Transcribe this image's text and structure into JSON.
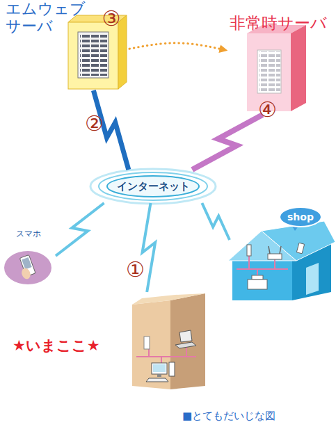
{
  "diagram": {
    "caption": "■とてもだいじな図",
    "nodes": [
      {
        "text": [
          "エムウェブ サーバ",
          "③"
        ]
      },
      {
        "text": [
          "非常時サーバ"
        ]
      },
      {
        "text": [
          "インターネット"
        ]
      },
      {
        "text": [
          "スマホ"
        ]
      },
      {
        "text": [
          "★いまここ★"
        ]
      },
      {
        "text": [
          "shop"
        ]
      }
    ],
    "edges": [
      {
        "from": 0,
        "to": 1,
        "arrow": "to"
      },
      {
        "from": 0,
        "to": 2,
        "arrow": "none",
        "label": "②"
      },
      {
        "from": 1,
        "to": 2,
        "arrow": "none",
        "label": "④"
      },
      {
        "from": 2,
        "to": 3,
        "arrow": "none"
      },
      {
        "from": 2,
        "to": 4,
        "arrow": "none",
        "label": "①"
      },
      {
        "from": 2,
        "to": 5,
        "arrow": "none"
      }
    ]
  }
}
